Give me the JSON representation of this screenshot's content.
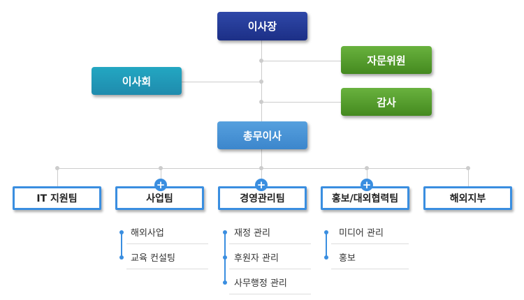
{
  "org": {
    "chairman": "이사장",
    "board": "이사회",
    "advisor": "자문위원",
    "auditor": "감사",
    "director": "총무이사",
    "teams": [
      {
        "label": "IT 지원팀",
        "expandable": false,
        "items": []
      },
      {
        "label": "사업팀",
        "expandable": true,
        "items": [
          "해외사업",
          "교육 컨설팅"
        ]
      },
      {
        "label": "경영관리팀",
        "expandable": true,
        "items": [
          "재정 관리",
          "후원자 관리",
          "사무행정 관리"
        ]
      },
      {
        "label": "홍보/대외협력팀",
        "expandable": true,
        "items": [
          "미디어 관리",
          "홍보"
        ]
      },
      {
        "label": "해외지부",
        "expandable": false,
        "items": []
      }
    ],
    "expand_icon": "plus-icon",
    "colors": {
      "chairman": "#1f3390",
      "board": "#2196b4",
      "advisory": "#519e2a",
      "director": "#4690d4",
      "team_border": "#3a8ee0",
      "connector": "#cccccc"
    }
  }
}
